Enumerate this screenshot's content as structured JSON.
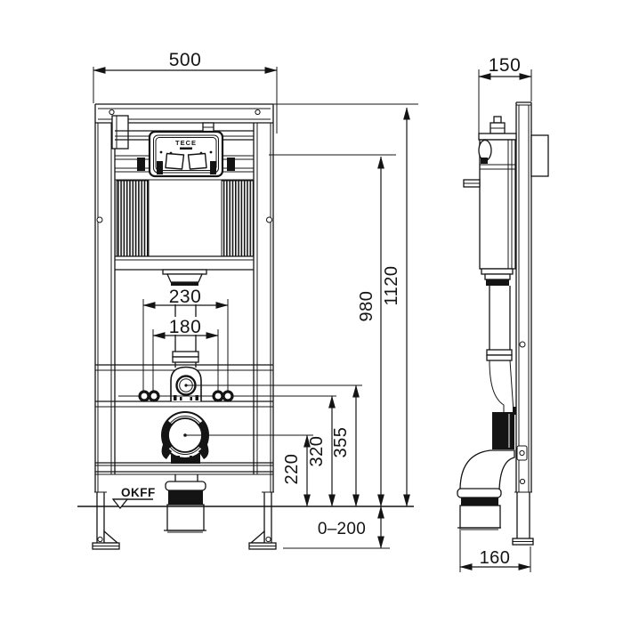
{
  "labels": {
    "brand": "TECE",
    "floor_level": "OKFF"
  },
  "dimensions": {
    "frame_width": "500",
    "frame_depth": "150",
    "frame_height": "1120",
    "actuation_center_height": "980",
    "flush_bend_height": "355",
    "fixing_bolt_height": "320",
    "drain_center_height": "220",
    "foot_adjustment_range": "0–200",
    "drain_outlet_offset": "160",
    "flush_pipe_clearance": "230",
    "fixing_bolt_spacing": "180"
  }
}
